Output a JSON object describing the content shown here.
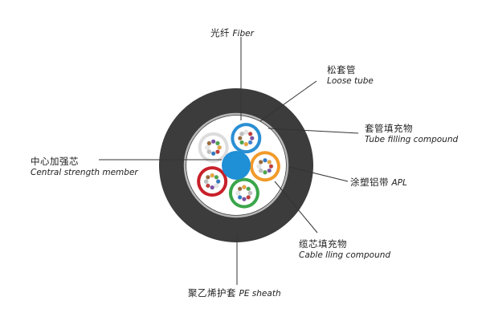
{
  "labels": {
    "fiber": {
      "zh": "光纤",
      "en": "Fiber"
    },
    "loose_tube": {
      "zh": "松套管",
      "en": "Loose tube"
    },
    "tube_filling": {
      "zh": "套管填充物",
      "en": "Tube filling compound"
    },
    "apl": {
      "zh": "涂塑铝带",
      "en": "APL"
    },
    "cable_filling": {
      "zh": "缆芯填充物",
      "en": "Cable lling compound"
    },
    "pe_sheath": {
      "zh": "聚乙烯护套",
      "en": "PE sheath"
    },
    "central_member": {
      "zh": "中心加强芯",
      "en": "Central strength member"
    }
  },
  "colors": {
    "sheath": "#3c3c3c",
    "apl": "#b8b8b8",
    "core_fill": "#ffffff",
    "central_member": "#1f8fd6",
    "leader": "#333333",
    "text": "#222222"
  },
  "tubes": [
    {
      "name": "tube-blue",
      "color": "#2b8fd3",
      "fibers": [
        "#e8e8e8",
        "#c43a3a",
        "#7a4fa8",
        "#3a7fd0",
        "#e9a53a",
        "#4aa64a",
        "#9b6a3a",
        "#bfbfbf"
      ]
    },
    {
      "name": "tube-orange",
      "color": "#f19a2a",
      "fibers": [
        "#2f78c8",
        "#e9a53a",
        "#c43a3a",
        "#7a4fa8",
        "#4aa64a",
        "#bfbfbf",
        "#e8e8e8",
        "#9b6a3a"
      ]
    },
    {
      "name": "tube-green",
      "color": "#3aa64a",
      "fibers": [
        "#e9a53a",
        "#4aa64a",
        "#bfbfbf",
        "#c43a3a",
        "#7a4fa8",
        "#2f78c8",
        "#e8e8e8",
        "#9b6a3a"
      ]
    },
    {
      "name": "tube-red",
      "color": "#c8202a",
      "fibers": [
        "#e9a53a",
        "#4aa64a",
        "#2f78c8",
        "#e8e8e8",
        "#7a4fa8",
        "#c43a3a",
        "#bfbfbf",
        "#9b6a3a"
      ]
    },
    {
      "name": "tube-white",
      "color": "#dcdcdc",
      "fibers": [
        "#7a4fa8",
        "#4aa64a",
        "#e9a53a",
        "#c43a3a",
        "#2f78c8",
        "#bfbfbf",
        "#e8e8e8",
        "#9b6a3a"
      ]
    }
  ]
}
